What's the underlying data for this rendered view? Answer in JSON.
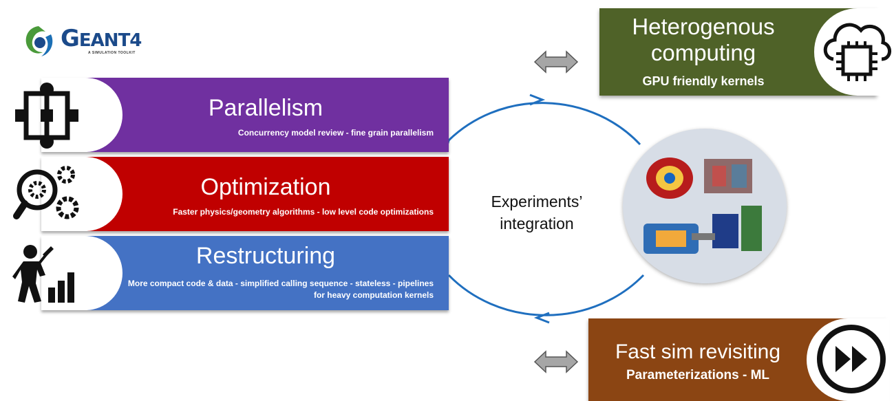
{
  "logo": {
    "name_g": "G",
    "name_rest": "EANT4",
    "tagline": "A SIMULATION TOOLKIT"
  },
  "parallelism": {
    "title": "Parallelism",
    "subtitle": "Concurrency model review - fine grain parallelism",
    "color": "#7030a0",
    "icon": "flow-diagram-icon"
  },
  "optimization": {
    "title": "Optimization",
    "subtitle": "Faster physics/geometry algorithms - low level code optimizations",
    "color": "#c00000",
    "icon": "magnifier-gears-icon"
  },
  "restructuring": {
    "title": "Restructuring",
    "subtitle_line1": "More compact code & data - simplified calling sequence - stateless - pipelines",
    "subtitle_line2": "for heavy computation kernels",
    "color": "#4472c4",
    "icon": "worker-building-icon"
  },
  "center": {
    "line1": "Experiments’",
    "line2": "integration"
  },
  "heterogenous": {
    "line1": "Heterogenous",
    "line2": "computing",
    "subtitle": "GPU friendly kernels",
    "color": "#4f6228",
    "icon": "cloud-chip-icon"
  },
  "fastsim": {
    "title": "Fast sim revisiting",
    "subtitle": "Parameterizations - ML",
    "color": "#8b4513",
    "icon": "fast-forward-icon"
  },
  "detectors": {
    "icon": "detector-collage-icon"
  }
}
